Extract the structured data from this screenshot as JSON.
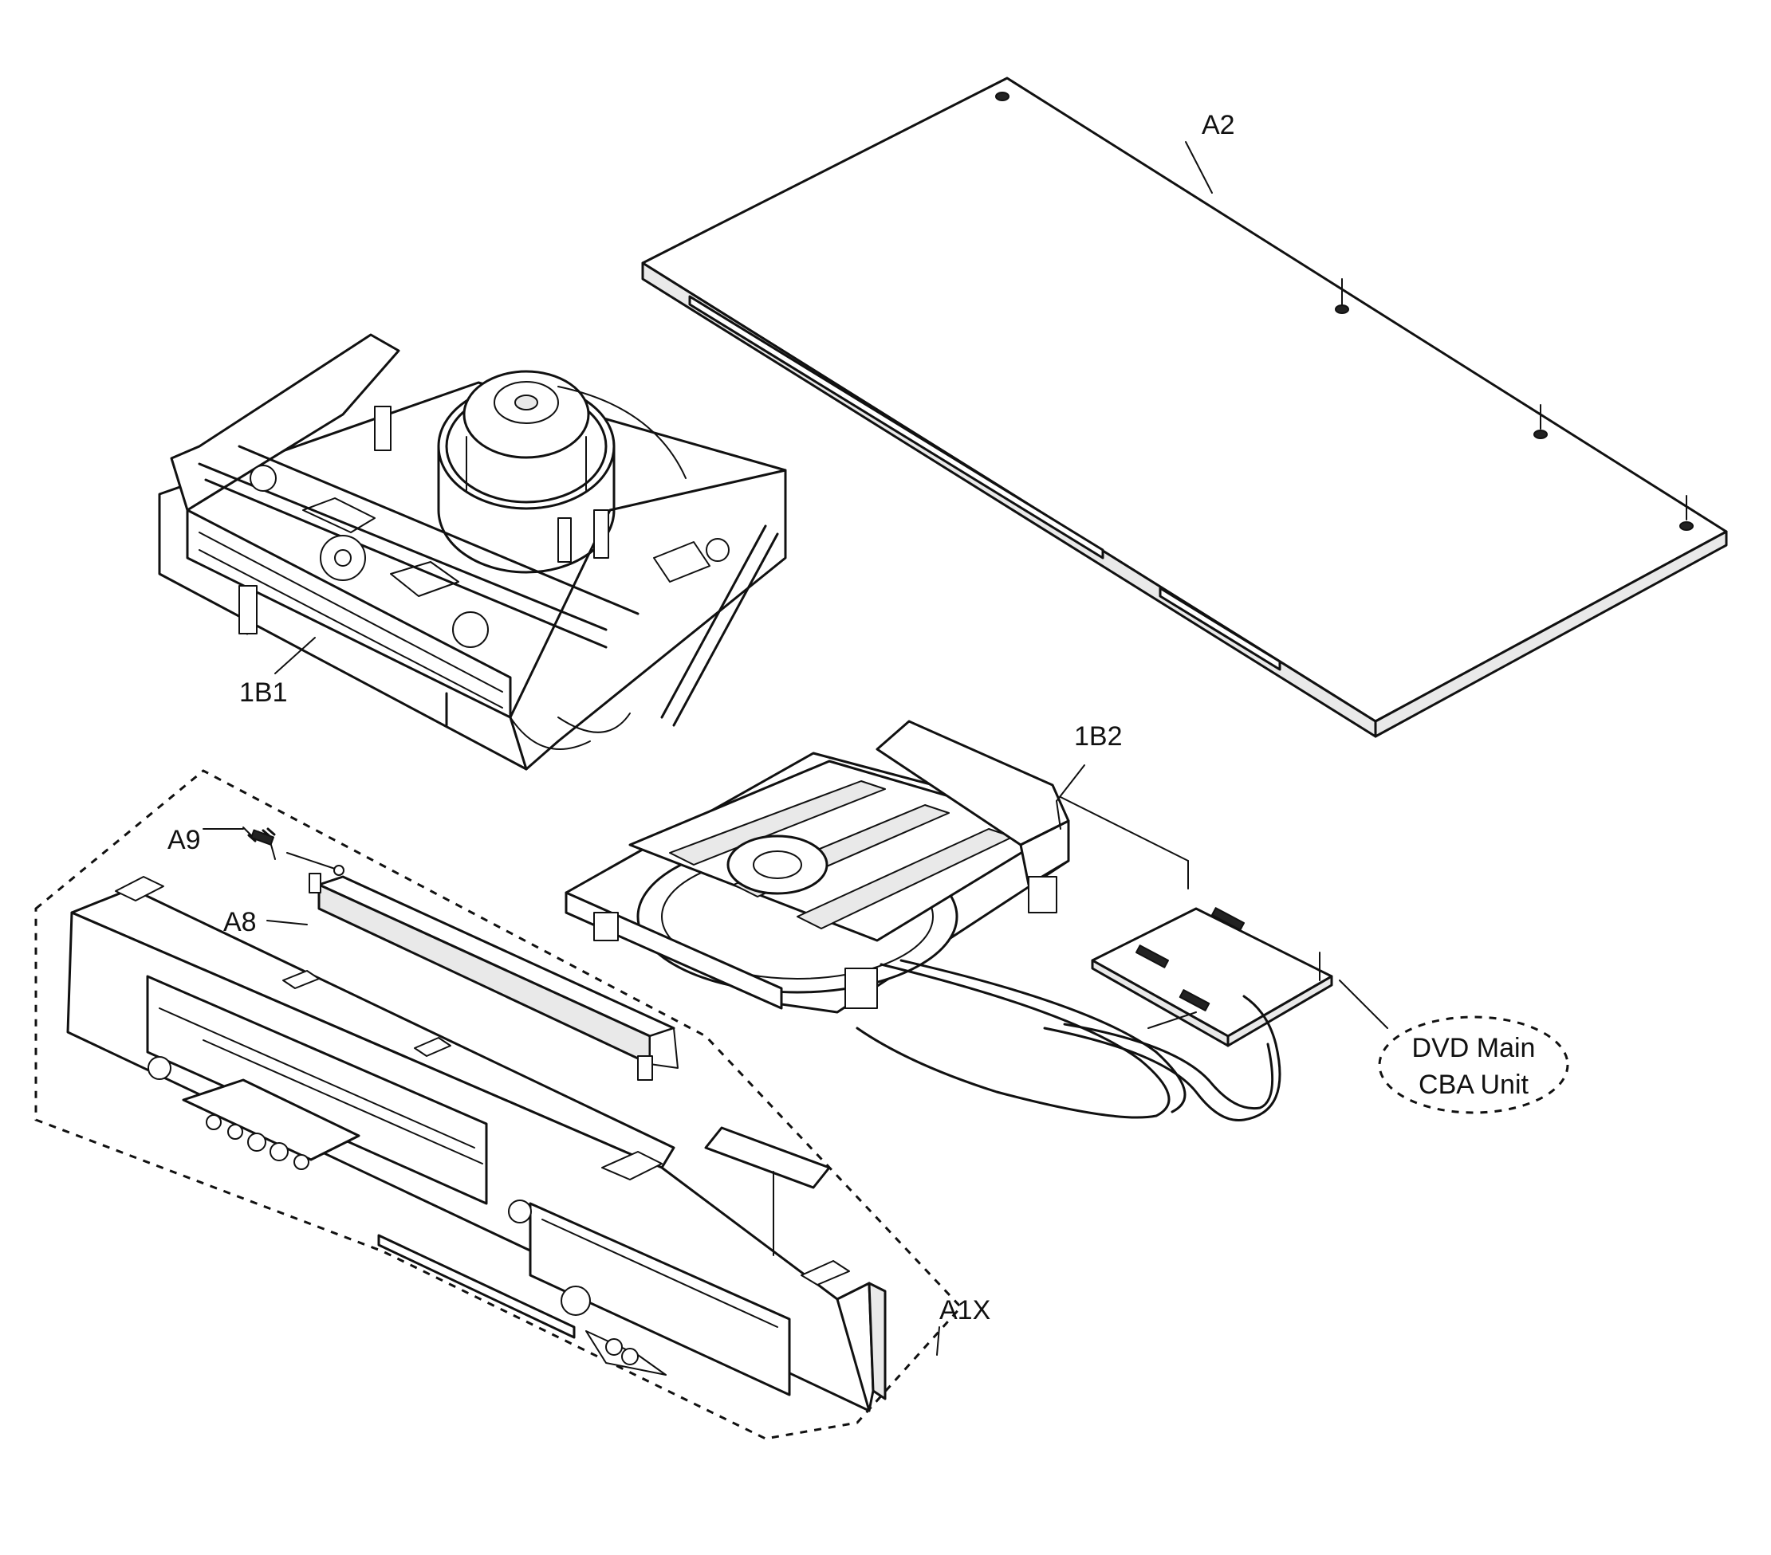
{
  "labels": {
    "a2": "A2",
    "b1": "1B1",
    "b2": "1B2",
    "a9": "A9",
    "a8": "A8",
    "a1x": "A1X",
    "dvd_line1": "DVD Main",
    "dvd_line2": "CBA Unit"
  }
}
